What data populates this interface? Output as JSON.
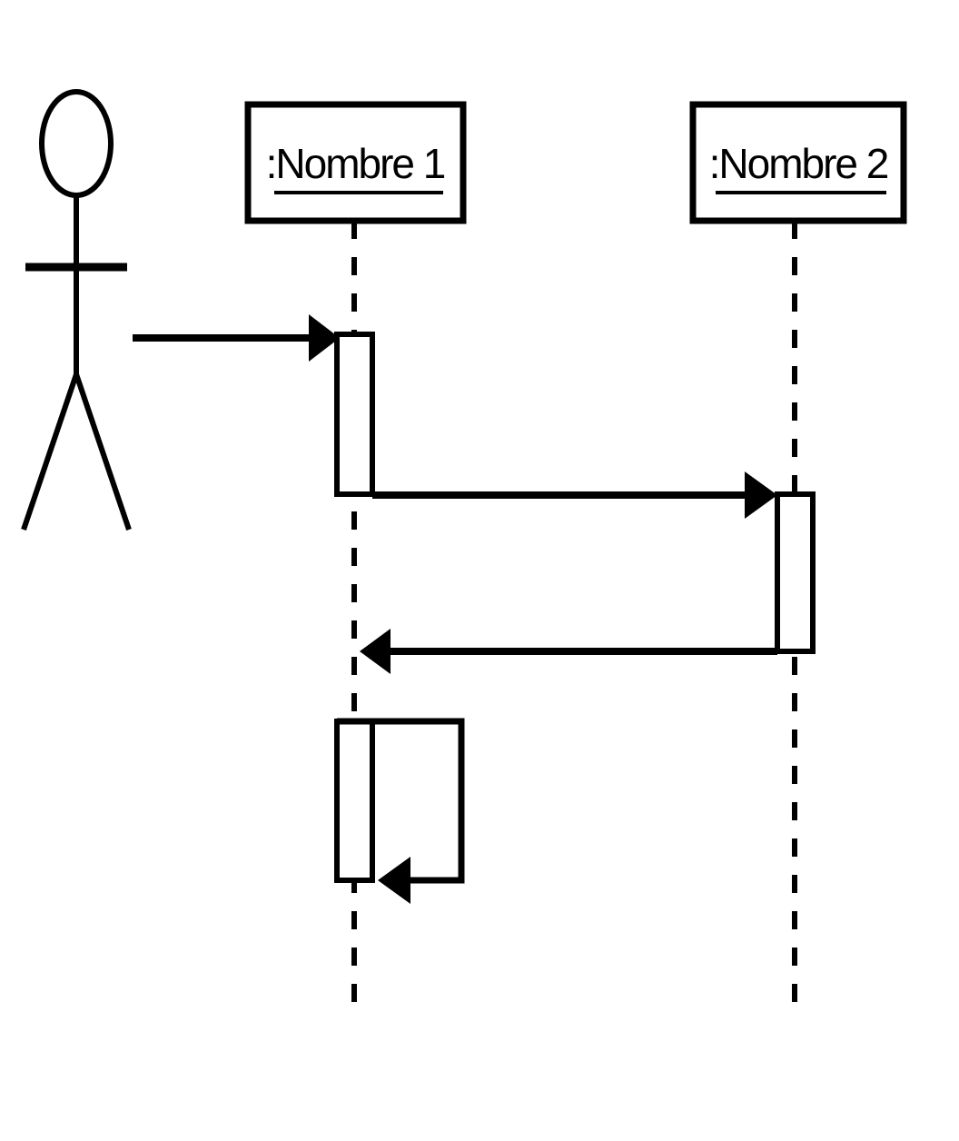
{
  "diagram": {
    "type": "uml-sequence",
    "actor": {
      "name": ""
    },
    "objects": [
      {
        "id": "obj1",
        "label": ":Nombre 1"
      },
      {
        "id": "obj2",
        "label": ":Nombre 2"
      }
    ],
    "messages": [
      {
        "id": "m1",
        "from": "actor",
        "to": "obj1",
        "kind": "synchronous",
        "label": ""
      },
      {
        "id": "m2",
        "from": "obj1",
        "to": "obj2",
        "kind": "synchronous",
        "label": ""
      },
      {
        "id": "m3",
        "from": "obj2",
        "to": "obj1",
        "kind": "return",
        "label": ""
      },
      {
        "id": "m4",
        "from": "obj1",
        "to": "obj1",
        "kind": "self",
        "label": ""
      }
    ],
    "line_color": "#000000",
    "background": "#ffffff"
  }
}
